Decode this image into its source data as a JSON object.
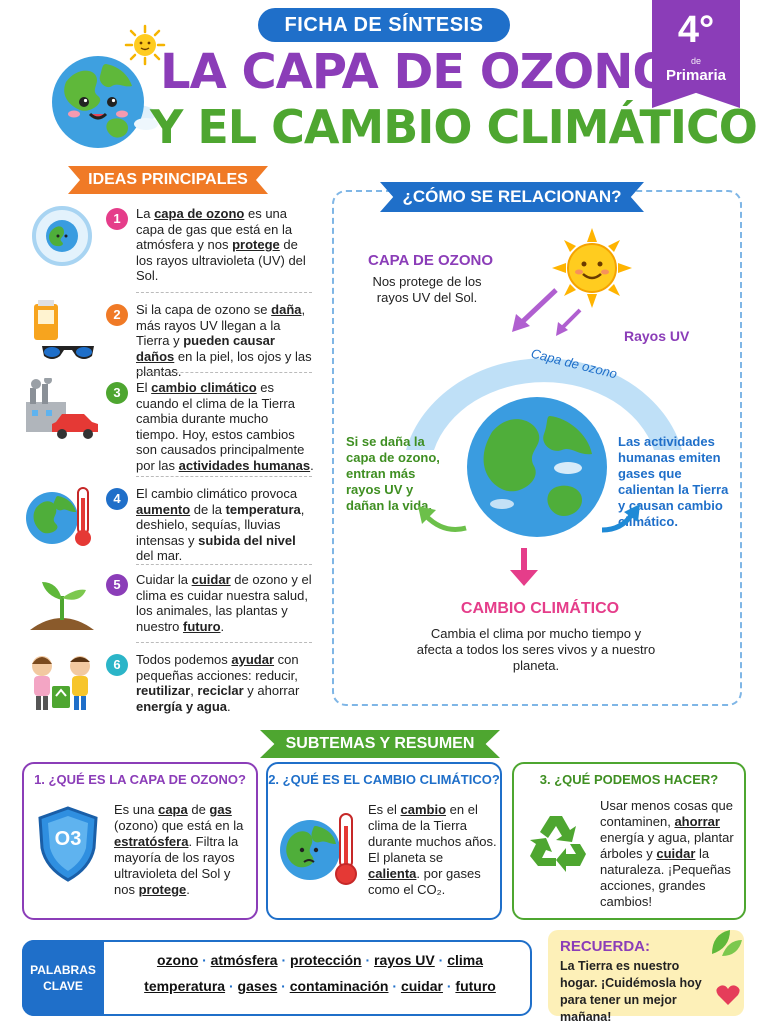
{
  "header": {
    "badge": "FICHA DE SÍNTESIS",
    "title_line1": "LA CAPA DE OZONO",
    "title_line2": "Y EL CAMBIO CLIMÁTICO",
    "grade_number": "4°",
    "grade_small": "de",
    "grade_level": "Primaria"
  },
  "ideas": {
    "title": "IDEAS PRINCIPALES",
    "items": [
      {
        "num": "1",
        "color": "#e53d8a",
        "parts": [
          "La ",
          {
            "b": "capa de ozono"
          },
          " es una capa de gas que está en la atmósfera y nos ",
          {
            "b": "protege"
          },
          " de los rayos ultravioleta (UV) del Sol."
        ]
      },
      {
        "num": "2",
        "color": "#f07a26",
        "parts": [
          "Si la capa de ozono se ",
          {
            "b": "daña"
          },
          ", más rayos UV llegan a la Tierra y ",
          {
            "p": "pueden causar"
          },
          " ",
          {
            "b": "daños"
          },
          " en la piel, los ojos y las plantas."
        ]
      },
      {
        "num": "3",
        "color": "#4ea630",
        "parts": [
          "El ",
          {
            "b": "cambio climático"
          },
          " es cuando el clima de la Tierra cambia durante mucho tiempo. Hoy, estos cambios son causados principalmente por las ",
          {
            "b": "actividades humanas"
          },
          "."
        ]
      },
      {
        "num": "4",
        "color": "#1f6fc9",
        "parts": [
          "El cambio climático provoca ",
          {
            "b": "aumento"
          },
          " de la ",
          {
            "p": "temperatura"
          },
          ", deshielo, sequías, lluvias intensas y ",
          {
            "p": "subida del nivel"
          },
          " del mar."
        ]
      },
      {
        "num": "5",
        "color": "#8b3db8",
        "parts": [
          "Cuidar la ",
          {
            "b": "cuidar"
          },
          " de ozono y el clima es cuidar nuestra salud, los animales, las plantas y nuestro ",
          {
            "b": "futuro"
          },
          "."
        ]
      },
      {
        "num": "6",
        "color": "#2bb5c8",
        "parts": [
          "Todos podemos ",
          {
            "b": "ayudar"
          },
          " con pequeñas acciones: reducir, ",
          {
            "p": "reutilizar"
          },
          ", ",
          {
            "p": "reciclar"
          },
          " y ahorrar ",
          {
            "p": "energía y agua"
          },
          "."
        ]
      }
    ]
  },
  "relation": {
    "title": "¿CÓMO SE RELACIONAN?",
    "ozone_title": "CAPA DE OZONO",
    "ozone_text": "Nos protege de los rayos UV del Sol.",
    "uv_label": "Rayos UV",
    "arc_label": "Capa de ozono",
    "left_text": "Si se daña la capa de ozono, entran más rayos UV y dañan la vida.",
    "right_text": "Las actividades humanas emiten gases que calientan la Tierra y causan cambio climático.",
    "cc_title": "CAMBIO CLIMÁTICO",
    "cc_text": "Cambia el clima por mucho tiempo y afecta a todos los seres vivos y a nuestro planeta."
  },
  "subtemas": {
    "title": "SUBTEMAS Y RESUMEN",
    "card1": {
      "title": "1. ¿QUÉ ES LA CAPA DE OZONO?",
      "icon_text": "O3",
      "parts": [
        "Es una ",
        {
          "b": "capa"
        },
        " de ",
        {
          "b": "gas"
        },
        " (ozono) que está en la ",
        {
          "b": "estratósfera"
        },
        ". Filtra la mayoría de los rayos ultravioleta del Sol y nos ",
        {
          "b": "protege"
        },
        "."
      ]
    },
    "card2": {
      "title": "2. ¿QUÉ ES EL CAMBIO CLIMÁTICO?",
      "parts": [
        "Es el ",
        {
          "b": "cambio"
        },
        " en el clima de la Tierra durante muchos años. El planeta se ",
        {
          "b": "calienta"
        },
        ". por gases como el CO₂."
      ]
    },
    "card3": {
      "title": "3. ¿QUÉ PODEMOS HACER?",
      "parts": [
        "Usar menos cosas que contaminen, ",
        {
          "b": "ahorrar"
        },
        " energía y agua, plantar árboles y ",
        {
          "b": "cuidar"
        },
        " la naturaleza. ¡Pequeñas acciones, grandes cambios!"
      ]
    }
  },
  "keywords": {
    "label": "PALABRAS CLAVE",
    "row1": [
      "ozono",
      "atmósfera",
      "protección",
      "rayos UV",
      "clima"
    ],
    "row2": [
      "temperatura",
      "gases",
      "contaminación",
      "cuidar",
      "futuro"
    ]
  },
  "recuerda": {
    "title": "RECUERDA:",
    "text": "La Tierra es nuestro hogar. ¡Cuidémosla hoy para tener un mejor mañana!"
  },
  "colors": {
    "purple": "#8b3db8",
    "green": "#4ea630",
    "blue": "#1f6fc9",
    "orange": "#f07a26",
    "pink": "#e53d8a"
  }
}
